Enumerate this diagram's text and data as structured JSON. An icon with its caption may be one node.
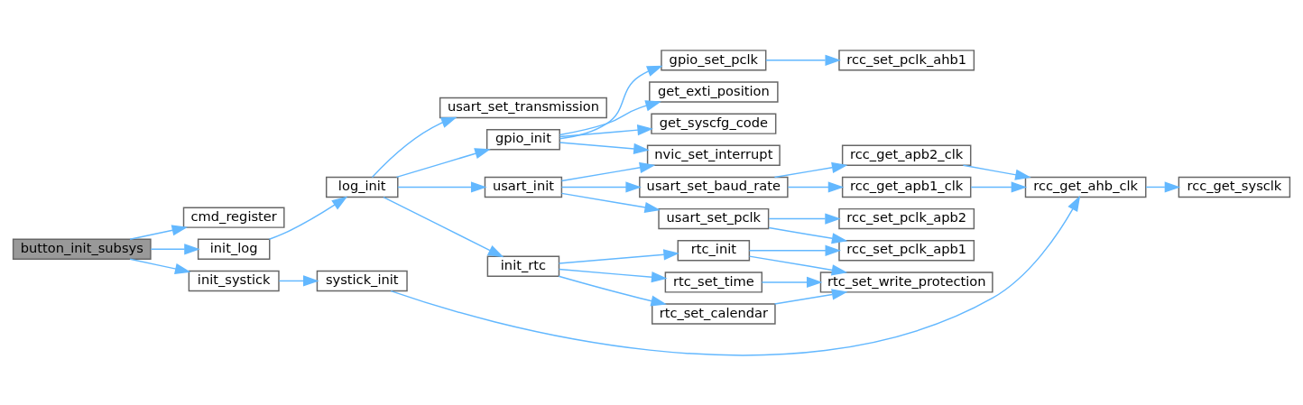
{
  "diagram": {
    "nodes": [
      {
        "text": [
          "button_init_subsys"
        ]
      },
      {
        "text": [
          "cmd_register"
        ]
      },
      {
        "text": [
          "init_log"
        ]
      },
      {
        "text": [
          "init_systick"
        ]
      },
      {
        "text": [
          "log_init"
        ]
      },
      {
        "text": [
          "systick_init"
        ]
      },
      {
        "text": [
          "usart_set_transmission"
        ]
      },
      {
        "text": [
          "gpio_init"
        ]
      },
      {
        "text": [
          "usart_init"
        ]
      },
      {
        "text": [
          "init_rtc"
        ]
      },
      {
        "text": [
          "gpio_set_pclk"
        ]
      },
      {
        "text": [
          "get_exti_position"
        ]
      },
      {
        "text": [
          "get_syscfg_code"
        ]
      },
      {
        "text": [
          "nvic_set_interrupt"
        ]
      },
      {
        "text": [
          "usart_set_baud_rate"
        ]
      },
      {
        "text": [
          "usart_set_pclk"
        ]
      },
      {
        "text": [
          "rtc_init"
        ]
      },
      {
        "text": [
          "rtc_set_time"
        ]
      },
      {
        "text": [
          "rtc_set_calendar"
        ]
      },
      {
        "text": [
          "rcc_set_pclk_ahb1"
        ]
      },
      {
        "text": [
          "rcc_get_apb2_clk"
        ]
      },
      {
        "text": [
          "rcc_get_apb1_clk"
        ]
      },
      {
        "text": [
          "rcc_set_pclk_apb2"
        ]
      },
      {
        "text": [
          "rcc_set_pclk_apb1"
        ]
      },
      {
        "text": [
          "rtc_set_write_protection"
        ]
      },
      {
        "text": [
          "rcc_get_ahb_clk"
        ]
      },
      {
        "text": [
          "rcc_get_sysclk"
        ]
      }
    ],
    "edges": [
      {
        "from": 0,
        "to": 1,
        "arrow": "to"
      },
      {
        "from": 0,
        "to": 2,
        "arrow": "to"
      },
      {
        "from": 0,
        "to": 3,
        "arrow": "to"
      },
      {
        "from": 2,
        "to": 4,
        "arrow": "to"
      },
      {
        "from": 3,
        "to": 5,
        "arrow": "to"
      },
      {
        "from": 5,
        "to": 25,
        "arrow": "to"
      },
      {
        "from": 4,
        "to": 6,
        "arrow": "to"
      },
      {
        "from": 4,
        "to": 7,
        "arrow": "to"
      },
      {
        "from": 4,
        "to": 8,
        "arrow": "to"
      },
      {
        "from": 4,
        "to": 9,
        "arrow": "to"
      },
      {
        "from": 7,
        "to": 10,
        "arrow": "to"
      },
      {
        "from": 7,
        "to": 11,
        "arrow": "to"
      },
      {
        "from": 7,
        "to": 12,
        "arrow": "to"
      },
      {
        "from": 7,
        "to": 13,
        "arrow": "to"
      },
      {
        "from": 10,
        "to": 19,
        "arrow": "to"
      },
      {
        "from": 8,
        "to": 13,
        "arrow": "to"
      },
      {
        "from": 8,
        "to": 14,
        "arrow": "to"
      },
      {
        "from": 8,
        "to": 15,
        "arrow": "to"
      },
      {
        "from": 14,
        "to": 20,
        "arrow": "to"
      },
      {
        "from": 14,
        "to": 21,
        "arrow": "to"
      },
      {
        "from": 20,
        "to": 25,
        "arrow": "to"
      },
      {
        "from": 21,
        "to": 25,
        "arrow": "to"
      },
      {
        "from": 25,
        "to": 26,
        "arrow": "to"
      },
      {
        "from": 15,
        "to": 22,
        "arrow": "to"
      },
      {
        "from": 15,
        "to": 23,
        "arrow": "to"
      },
      {
        "from": 9,
        "to": 16,
        "arrow": "to"
      },
      {
        "from": 9,
        "to": 17,
        "arrow": "to"
      },
      {
        "from": 9,
        "to": 18,
        "arrow": "to"
      },
      {
        "from": 16,
        "to": 23,
        "arrow": "to"
      },
      {
        "from": 16,
        "to": 24,
        "arrow": "to"
      },
      {
        "from": 17,
        "to": 24,
        "arrow": "to"
      },
      {
        "from": 18,
        "to": 24,
        "arrow": "to"
      }
    ]
  }
}
